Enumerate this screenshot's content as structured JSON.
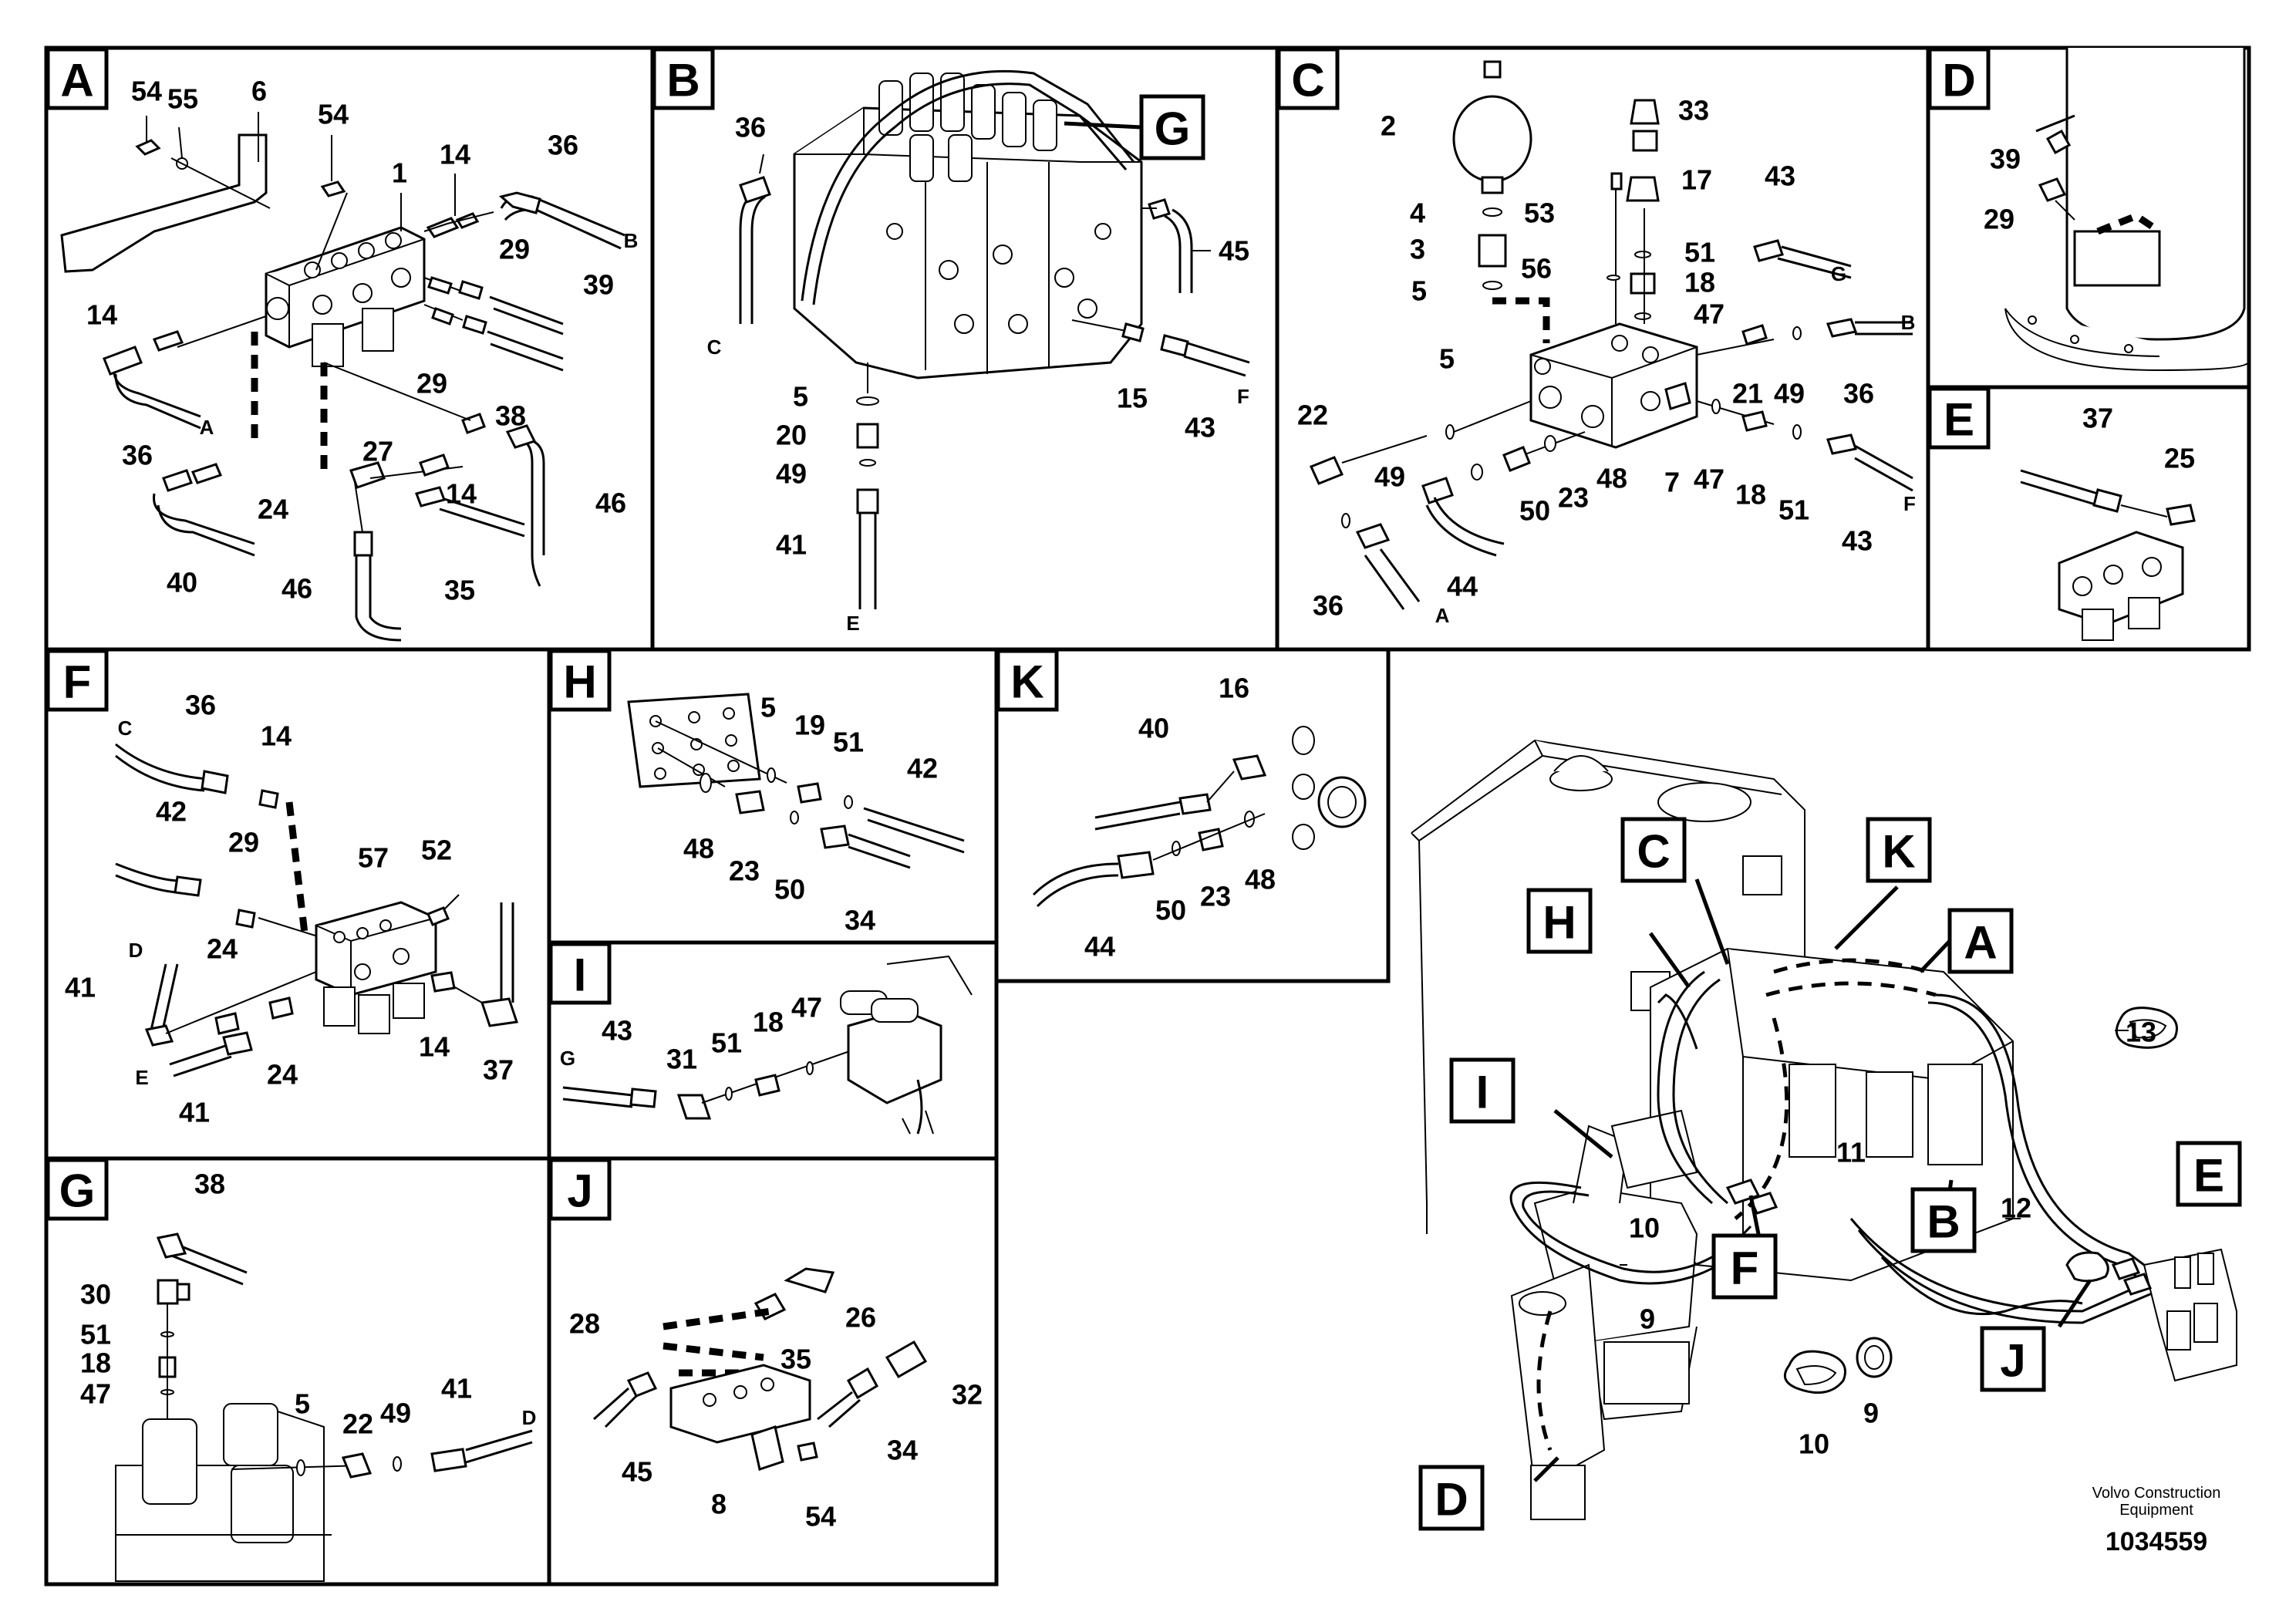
{
  "panels": {
    "A": {
      "label": "A",
      "callouts": [
        "54",
        "55",
        "6",
        "54",
        "1",
        "14",
        "36",
        "B",
        "29",
        "39",
        "14",
        "36",
        "A",
        "29",
        "38",
        "27",
        "14",
        "46",
        "40",
        "24",
        "46",
        "35"
      ]
    },
    "B": {
      "label": "B",
      "callouts": [
        "36",
        "G",
        "C",
        "45",
        "5",
        "20",
        "49",
        "41",
        "E",
        "15",
        "43",
        "F"
      ]
    },
    "C": {
      "label": "C",
      "callouts": [
        "2",
        "33",
        "4",
        "53",
        "17",
        "43",
        "3",
        "G",
        "56",
        "51",
        "5",
        "18",
        "47",
        "B",
        "5",
        "21",
        "49",
        "36",
        "22",
        "49",
        "7",
        "47",
        "18",
        "51",
        "F",
        "50",
        "23",
        "48",
        "44",
        "36",
        "A",
        "43"
      ]
    },
    "D": {
      "label": "D",
      "callouts": [
        "39",
        "29"
      ]
    },
    "E": {
      "label": "E",
      "callouts": [
        "37",
        "25"
      ]
    },
    "F": {
      "label": "F",
      "callouts": [
        "C",
        "36",
        "14",
        "42",
        "29",
        "57",
        "52",
        "D",
        "41",
        "24",
        "E",
        "41",
        "24",
        "14",
        "37"
      ]
    },
    "G": {
      "label": "G",
      "callouts": [
        "38",
        "30",
        "51",
        "18",
        "47",
        "5",
        "22",
        "49",
        "41",
        "D"
      ]
    },
    "H": {
      "label": "H",
      "callouts": [
        "5",
        "19",
        "51",
        "42",
        "48",
        "23",
        "50",
        "34"
      ]
    },
    "I": {
      "label": "I",
      "callouts": [
        "43",
        "51",
        "18",
        "47",
        "G",
        "31"
      ]
    },
    "J": {
      "label": "J",
      "callouts": [
        "26",
        "28",
        "35",
        "32",
        "45",
        "34",
        "8",
        "54"
      ]
    },
    "K": {
      "label": "K",
      "callouts": [
        "16",
        "40",
        "44",
        "50",
        "23",
        "48"
      ]
    }
  },
  "panel_G_box": "G",
  "overview": {
    "callouts": [
      "C",
      "K",
      "H",
      "A",
      "I",
      "13",
      "11",
      "10",
      "B",
      "12",
      "E",
      "F",
      "9",
      "J",
      "10",
      "9",
      "D"
    ]
  },
  "credit": {
    "line1": "Volvo Construction",
    "line2": "Equipment",
    "drawing_no": "1034559"
  }
}
